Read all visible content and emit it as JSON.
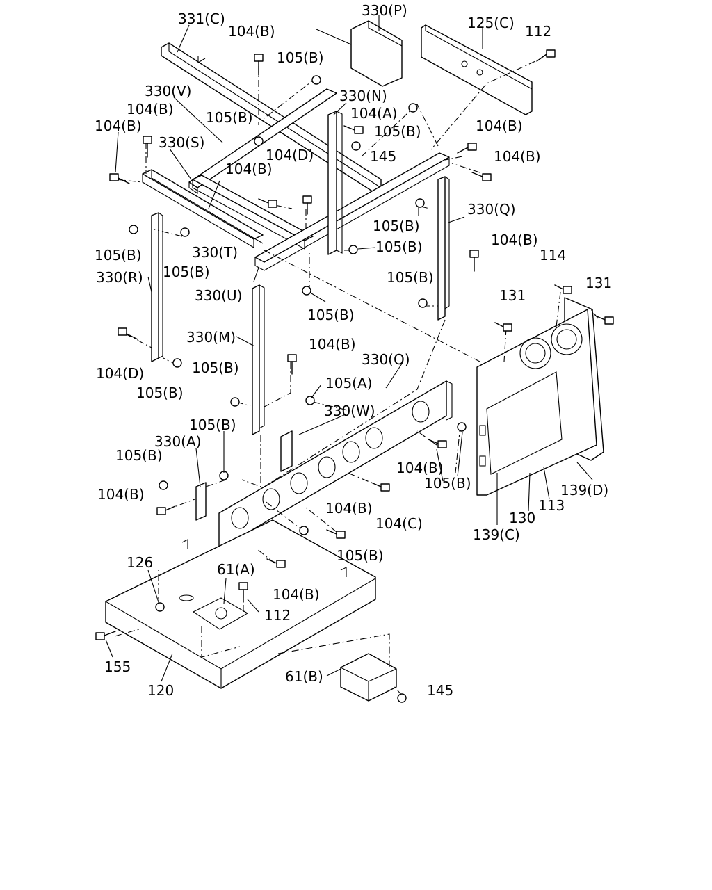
{
  "labels": {
    "l_331C": "331(C)",
    "l_330P": "330(P)",
    "l_125C": "125(C)",
    "l_112_top": "112",
    "l_104B_1": "104(B)",
    "l_105B_1": "105(B)",
    "l_330V": "330(V)",
    "l_330N": "330(N)",
    "l_104B_2": "104(B)",
    "l_104B_3": "104(B)",
    "l_105B_2": "105(B)",
    "l_104A": "104(A)",
    "l_105B_3": "105(B)",
    "l_104B_4": "104(B)",
    "l_330S": "330(S)",
    "l_104D_1": "104(D)",
    "l_145_top": "145",
    "l_104B_5": "104(B)",
    "l_104B_6": "104(B)",
    "l_330Q": "330(Q)",
    "l_105B_4": "105(B)",
    "l_105B_5": "105(B)",
    "l_330T": "330(T)",
    "l_105B_6": "105(B)",
    "l_105B_7": "105(B)",
    "l_104B_7": "104(B)",
    "l_114": "114",
    "l_330R": "330(R)",
    "l_330U": "330(U)",
    "l_105B_8": "105(B)",
    "l_105B_9": "105(B)",
    "l_131_a": "131",
    "l_131_b": "131",
    "l_330M": "330(M)",
    "l_104B_8": "104(B)",
    "l_104D_2": "104(D)",
    "l_105B_10": "105(B)",
    "l_330O": "330(O)",
    "l_105B_11": "105(B)",
    "l_105A": "105(A)",
    "l_330W": "330(W)",
    "l_105B_12": "105(B)",
    "l_330A": "330(A)",
    "l_105B_13": "105(B)",
    "l_104B_9": "104(B)",
    "l_104B_10": "104(B)",
    "l_105B_14": "105(B)",
    "l_139D": "139(D)",
    "l_104B_11": "104(B)",
    "l_104C": "104(C)",
    "l_113": "113",
    "l_130": "130",
    "l_139C": "139(C)",
    "l_105B_15": "105(B)",
    "l_126": "126",
    "l_61A": "61(A)",
    "l_104B_12": "104(B)",
    "l_112_bot": "112",
    "l_155": "155",
    "l_120": "120",
    "l_61B": "61(B)",
    "l_145_bot": "145"
  }
}
